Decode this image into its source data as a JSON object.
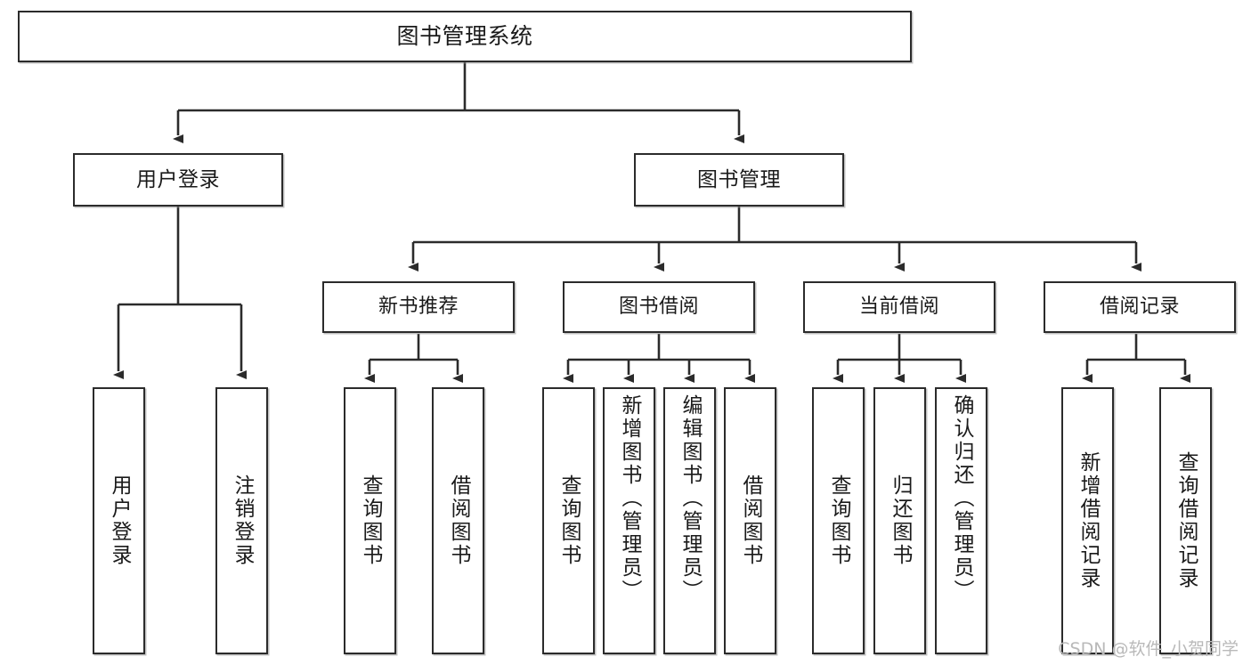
{
  "diagram": {
    "type": "tree",
    "title": "图书管理系统",
    "orientation": "top-down",
    "watermark": "CSDN @软件_小贺同学",
    "colors": {
      "box_border": "#2b2b2b",
      "box_fill": "#ffffff",
      "connector": "#2b2b2b",
      "text": "#1a1a1a",
      "watermark": "#b9b9b9",
      "background": "#ffffff"
    },
    "nodes": {
      "root": {
        "label": "图书管理系统"
      },
      "level1": [
        {
          "id": "user-login",
          "label": "用户登录"
        },
        {
          "id": "book-manage",
          "label": "图书管理"
        }
      ],
      "level2": [
        {
          "id": "new-book-recommend",
          "label": "新书推荐"
        },
        {
          "id": "book-borrow",
          "label": "图书借阅"
        },
        {
          "id": "current-borrow",
          "label": "当前借阅"
        },
        {
          "id": "borrow-record",
          "label": "借阅记录"
        }
      ],
      "leaves": {
        "user-login": [
          {
            "id": "leaf-user-login",
            "label": "用户登录"
          },
          {
            "id": "leaf-user-logout",
            "label": "注销登录"
          }
        ],
        "new-book-recommend": [
          {
            "id": "leaf-query-book-1",
            "label": "查询图书"
          },
          {
            "id": "leaf-borrow-book-1",
            "label": "借阅图书"
          }
        ],
        "book-borrow": [
          {
            "id": "leaf-query-book-2",
            "label": "查询图书"
          },
          {
            "id": "leaf-add-book",
            "label": "新增图书（管理员）"
          },
          {
            "id": "leaf-edit-book",
            "label": "编辑图书（管理员）"
          },
          {
            "id": "leaf-borrow-book-2",
            "label": "借阅图书"
          }
        ],
        "current-borrow": [
          {
            "id": "leaf-query-book-3",
            "label": "查询图书"
          },
          {
            "id": "leaf-return-book",
            "label": "归还图书"
          },
          {
            "id": "leaf-confirm-return",
            "label": "确认归还（管理员）"
          }
        ],
        "borrow-record": [
          {
            "id": "leaf-add-record",
            "label": "新增借阅记录"
          },
          {
            "id": "leaf-query-record",
            "label": "查询借阅记录"
          }
        ]
      }
    }
  }
}
